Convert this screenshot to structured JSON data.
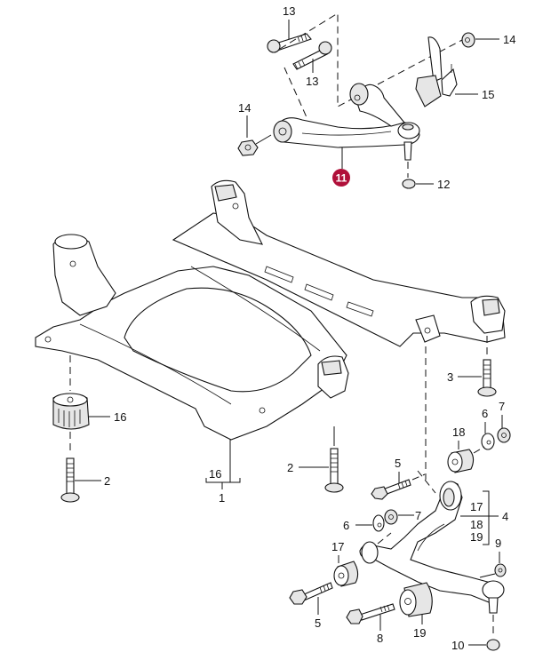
{
  "diagram": {
    "title": "Front axle subframe and control arms exploded view",
    "highlight_color": "#b0103a",
    "highlighted_callout": "11",
    "callouts": {
      "c1": "1",
      "c2_left": "2",
      "c2_right": "2",
      "c3": "3",
      "c4": "4",
      "c5_upper": "5",
      "c5_lower": "5",
      "c6_upper": "6",
      "c6_lower": "6",
      "c7_upper": "7",
      "c7_lower": "7",
      "c8": "8",
      "c9": "9",
      "c10": "10",
      "c11": "11",
      "c12": "12",
      "c13_top": "13",
      "c13_mid": "13",
      "c14_left": "14",
      "c14_right": "14",
      "c15": "15",
      "c16_mount": "16",
      "c16_bracket": "16",
      "c17_group": "17",
      "c17_bushing": "17",
      "c18_group": "18",
      "c18_bushing": "18",
      "c19_group": "19",
      "c19_bushing": "19"
    },
    "parts": [
      {
        "name": "subframe",
        "callout": "1"
      },
      {
        "name": "subframe-bolt",
        "callout": "2"
      },
      {
        "name": "rear-subframe-bolt",
        "callout": "3"
      },
      {
        "name": "lower-control-arm",
        "callout": "4"
      },
      {
        "name": "bolt",
        "callout": "5"
      },
      {
        "name": "washer",
        "callout": "6"
      },
      {
        "name": "nut",
        "callout": "7"
      },
      {
        "name": "bolt",
        "callout": "8"
      },
      {
        "name": "nut",
        "callout": "9"
      },
      {
        "name": "ball-joint-nut",
        "callout": "10"
      },
      {
        "name": "upper-control-arm",
        "callout": "11"
      },
      {
        "name": "ball-joint-nut",
        "callout": "12"
      },
      {
        "name": "bolt",
        "callout": "13"
      },
      {
        "name": "nut",
        "callout": "14"
      },
      {
        "name": "level-sensor",
        "callout": "15"
      },
      {
        "name": "subframe-mount",
        "callout": "16"
      },
      {
        "name": "bushing",
        "callout": "17"
      },
      {
        "name": "bushing",
        "callout": "18"
      },
      {
        "name": "bushing",
        "callout": "19"
      }
    ]
  }
}
